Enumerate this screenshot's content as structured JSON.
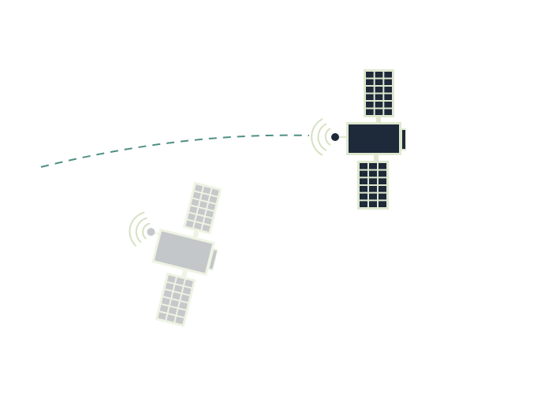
{
  "scene": {
    "background": "#ffffff",
    "colors": {
      "dark_body": "#1e2a3a",
      "dark_outline": "#dfe8cf",
      "grey_body": "#c4c7c9",
      "grey_cell": "#c6c8ca",
      "grey_outline": "#eef3e4",
      "signal_arc": "#d6e2c2",
      "path_dash": "#4f8f84",
      "antenna_dot": "#1e2a3a",
      "antenna_dot_grey": "#c6c8ca"
    },
    "satellites": [
      {
        "name": "active-satellite",
        "icon": "satellite-icon",
        "style": "dark"
      },
      {
        "name": "secondary-satellite",
        "icon": "satellite-icon",
        "style": "grey"
      }
    ],
    "orbit_path": {
      "icon": "dashed-orbit-path",
      "style": "dashed"
    }
  }
}
